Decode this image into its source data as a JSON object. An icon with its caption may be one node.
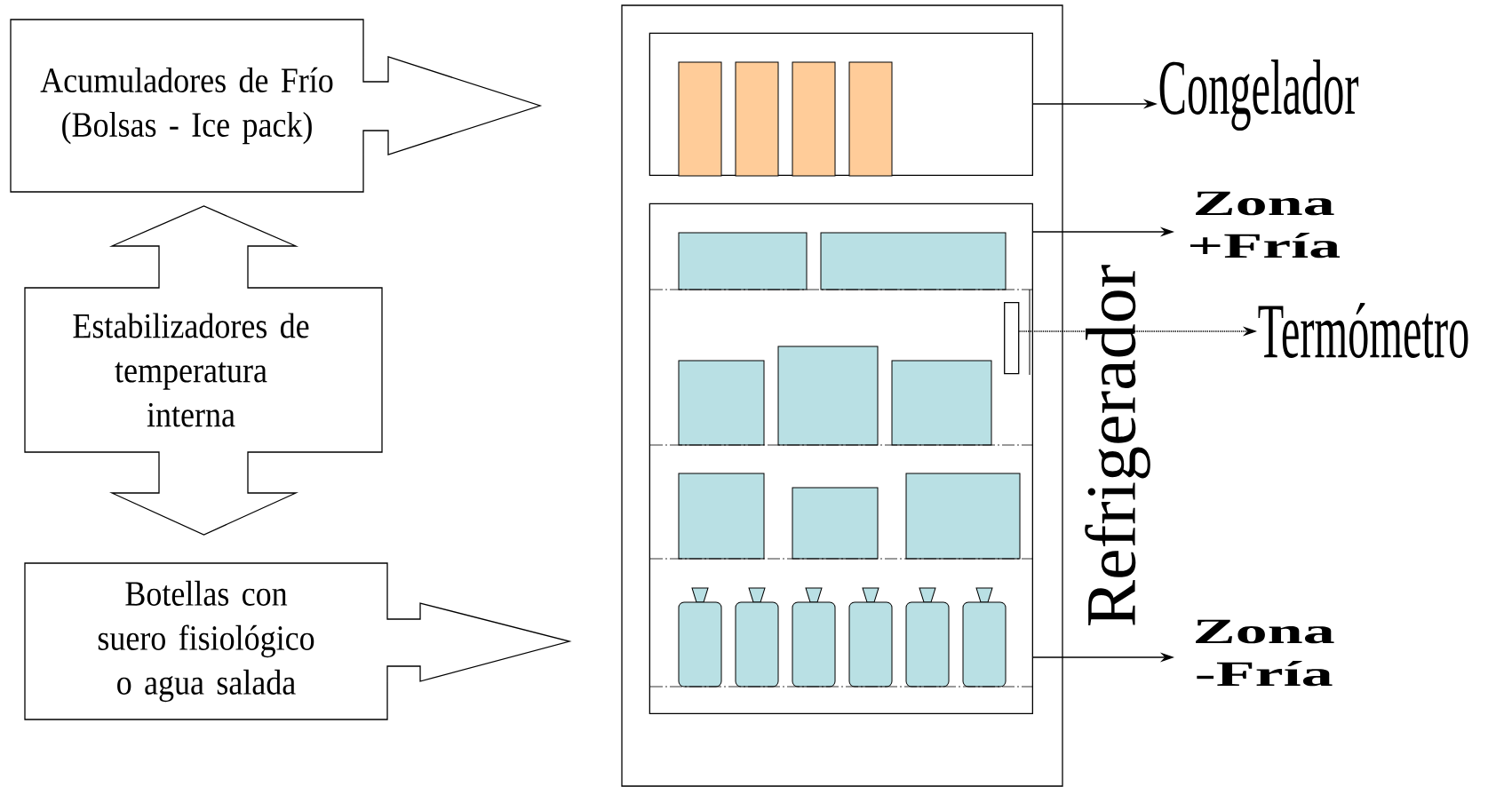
{
  "diagram": {
    "nodes": [
      {
        "text": [
          "Acumuladores de Frío (Bolsas - Ice pack)"
        ]
      },
      {
        "text": [
          "Estabilizadores de temperatura interna"
        ]
      },
      {
        "text": [
          "Botellas con suero fisiológico o agua salada"
        ]
      },
      {
        "text": [
          "Refrigerador"
        ]
      },
      {
        "text": [],
        "shape": "box",
        "in": 3
      },
      {
        "text": [],
        "shape": "box",
        "in": 3
      },
      {
        "text": [],
        "shape": "box",
        "in": 5
      },
      {
        "text": [
          "Congelador"
        ]
      },
      {
        "text": [
          "Zona +Fría"
        ]
      },
      {
        "text": [
          "Termómetro"
        ]
      },
      {
        "text": [
          "Zona -Fría"
        ]
      }
    ],
    "edges": [
      {
        "from": 4,
        "to": 7,
        "arrow": "to"
      },
      {
        "from": 5,
        "to": 8,
        "arrow": "to"
      },
      {
        "from": 6,
        "to": 9,
        "arrow": "to",
        "style": "dashed"
      },
      {
        "from": 5,
        "to": 10,
        "arrow": "to"
      }
    ]
  }
}
